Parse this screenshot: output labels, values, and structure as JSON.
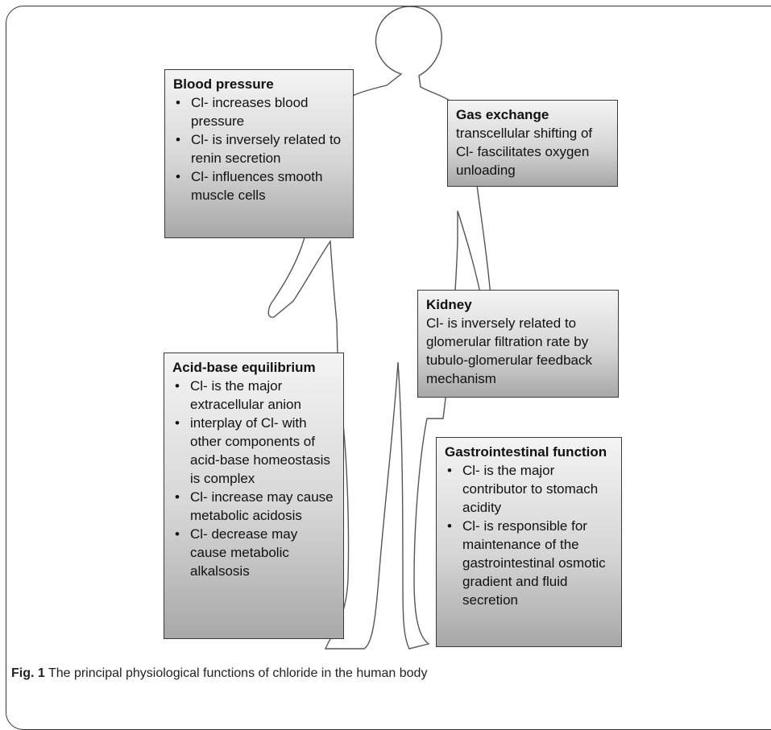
{
  "boxes": {
    "blood_pressure": {
      "title": "Blood pressure",
      "items": [
        "Cl- increases blood pressure",
        "Cl- is inversely related to renin secretion",
        "Cl- influences smooth muscle cells"
      ]
    },
    "gas_exchange": {
      "title": "Gas exchange",
      "text": "transcellular shifting of Cl- fascilitates oxygen unloading"
    },
    "kidney": {
      "title": "Kidney",
      "text": "Cl- is inversely related to glomerular filtration rate by tubulo-glomerular feedback mechanism"
    },
    "acid_base": {
      "title": "Acid-base equilibrium",
      "items": [
        "Cl- is the major extracellular anion",
        "interplay of Cl- with other components of acid-base homeostasis is complex",
        "Cl- increase may cause metabolic acidosis",
        "Cl- decrease may cause metabolic alkalsosis"
      ]
    },
    "gastrointestinal": {
      "title": "Gastrointestinal function",
      "items": [
        "Cl- is the major contributor to stomach acidity",
        "Cl- is responsible for maintenance of the gastrointestinal osmotic gradient and fluid secretion"
      ]
    }
  },
  "caption": {
    "label": "Fig. 1",
    "text": "The principal physiological functions of chloride in the human body"
  }
}
